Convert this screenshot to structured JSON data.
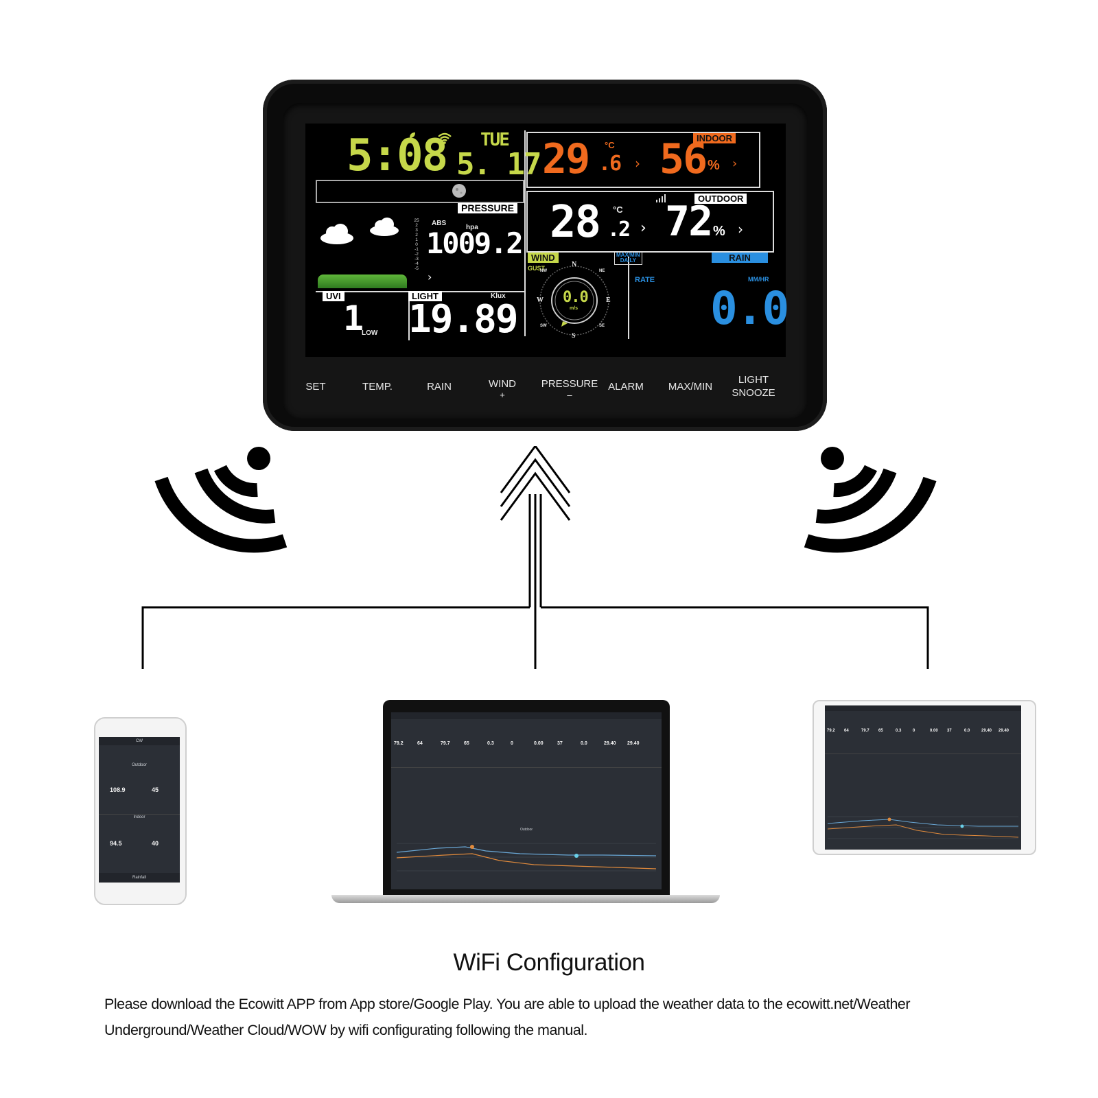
{
  "console": {
    "time": "5:08",
    "day": "TUE",
    "date": "5. 17",
    "pressure_label": "PRESSURE",
    "pressure_abs": "ABS",
    "pressure_unit": "hpa",
    "pressure_value": "1009.2",
    "indoor_label": "INDOOR",
    "indoor_temp": "29",
    "indoor_temp_dec": ".6",
    "indoor_temp_unit": "°C",
    "indoor_humidity": "56",
    "humidity_unit": "%",
    "outdoor_label": "OUTDOOR",
    "outdoor_temp": "28",
    "outdoor_temp_dec": ".2",
    "outdoor_temp_unit": "°C",
    "outdoor_humidity": "72",
    "wind_label": "WIND",
    "gust_label": "GUST",
    "maxmin_daily": [
      "MAX/MIN",
      "DAILY"
    ],
    "wind_value": "0.0",
    "wind_unit": "m/s",
    "compass": {
      "n": "N",
      "s": "S",
      "e": "E",
      "w": "W",
      "ne": "NE",
      "nw": "NW",
      "se": "SE",
      "sw": "SW"
    },
    "rain_label": "RAIN",
    "rate_label": "RATE",
    "rain_unit": "MM/HR",
    "rain_value": "0.0",
    "uvi_label": "UVI",
    "uvi_value": "1",
    "uvi_level": "LOW",
    "light_label": "LIGHT",
    "light_unit": "Klux",
    "light_value": "19.89",
    "pressure_scale": [
      "25",
      "2",
      "3",
      "2",
      "1",
      "0",
      "-1",
      "-2",
      "-3",
      "-4",
      "-5"
    ],
    "buttons": [
      {
        "label": "SET",
        "sub": ""
      },
      {
        "label": "TEMP.",
        "sub": ""
      },
      {
        "label": "RAIN",
        "sub": ""
      },
      {
        "label": "WIND",
        "sub": "+"
      },
      {
        "label": "PRESSURE",
        "sub": "–"
      },
      {
        "label": "ALARM",
        "sub": ""
      },
      {
        "label": "MAX/MIN",
        "sub": ""
      },
      {
        "label": "LIGHT",
        "sub": "SNOOZE"
      }
    ],
    "colors": {
      "time": "#c6d84a",
      "indoor": "#f06a1e",
      "rain": "#2a8fe0",
      "wind_label_bg": "#c6d84a"
    }
  },
  "phone": {
    "title": "CW",
    "section1": "Outdoor",
    "section2": "Indoor",
    "section3": "Rainfall",
    "outdoor_temp": "108.9",
    "outdoor_hum": "45",
    "indoor_temp": "94.5",
    "indoor_hum": "40"
  },
  "laptop": {
    "values": [
      "79.2",
      "64",
      "79.7",
      "65",
      "0.3",
      "0",
      "0.00",
      "37",
      "0.0",
      "29.40",
      "29.40"
    ],
    "chart_title": "Outdoor"
  },
  "tablet": {
    "values": [
      "79.2",
      "64",
      "79.7",
      "65",
      "0.3",
      "0",
      "0.00",
      "37",
      "0.0",
      "29.40",
      "29.40"
    ]
  },
  "caption": {
    "title": "WiFi Configuration",
    "body": "Please download the Ecowitt APP from App store/Google Play. You are able to upload the weather data to the ecowitt.net/Weather Underground/Weather Cloud/WOW by wifi configurating following the manual."
  }
}
